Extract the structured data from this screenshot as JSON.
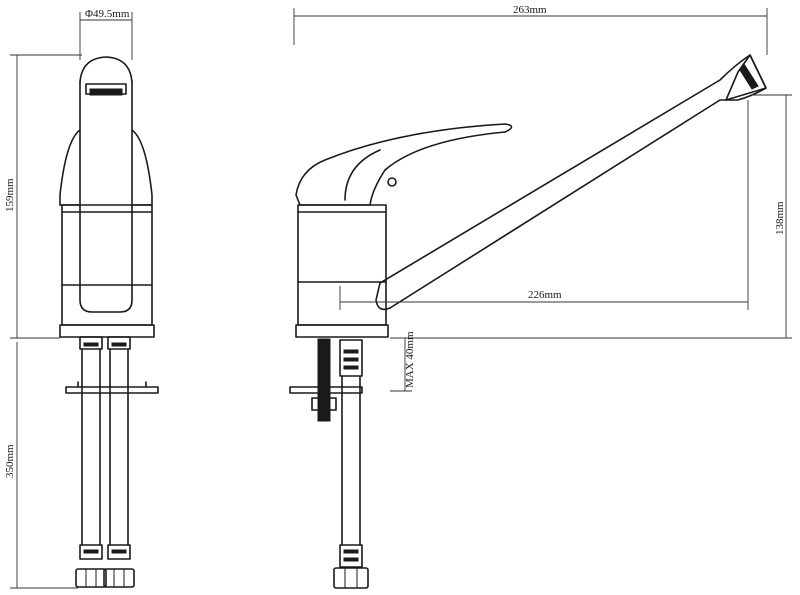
{
  "dimensions": {
    "diameter": "Φ49.5mm",
    "total_length": "263mm",
    "total_height": "159mm",
    "spout_reach": "226mm",
    "spout_height": "138mm",
    "max_thickness": "MAX 40mm",
    "hose_length": "350mm"
  }
}
